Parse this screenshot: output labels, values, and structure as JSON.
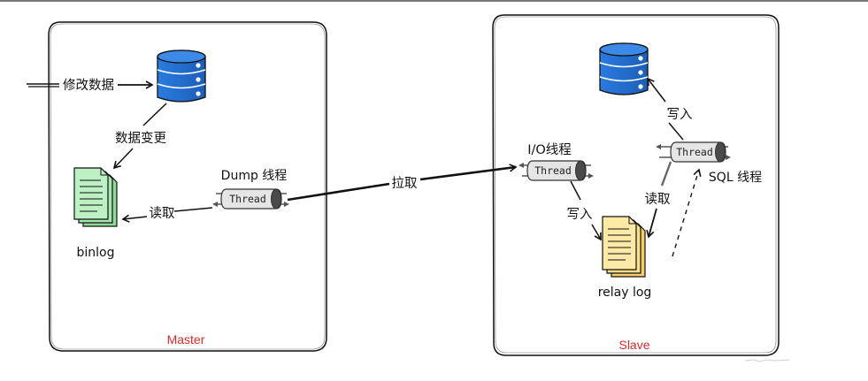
{
  "master": {
    "title": "Master",
    "input_label": "修改数据",
    "change_label": "数据变更",
    "read_label": "读取",
    "binlog_label": "binlog",
    "dump_label": "Dump 线程",
    "thread_label": "Thread"
  },
  "pull_label": "拉取",
  "slave": {
    "title": "Slave",
    "io_label": "I/O线程",
    "io_thread_label": "Thread",
    "write_io_label": "写入",
    "relay_label": "relay log",
    "read_label": "读取",
    "sql_label": "SQL 线程",
    "sql_thread_label": "Thread",
    "write_db_label": "写入"
  },
  "colors": {
    "database": "#1f6fd1",
    "binlog": "#a8e6b0",
    "relay_log": "#fbe08a",
    "panel_title": "#d92b2b"
  },
  "icons": {
    "database": "database-icon",
    "binlog": "document-stack-icon",
    "relay_log": "document-stack-icon",
    "thread": "pipe-thread-icon"
  }
}
